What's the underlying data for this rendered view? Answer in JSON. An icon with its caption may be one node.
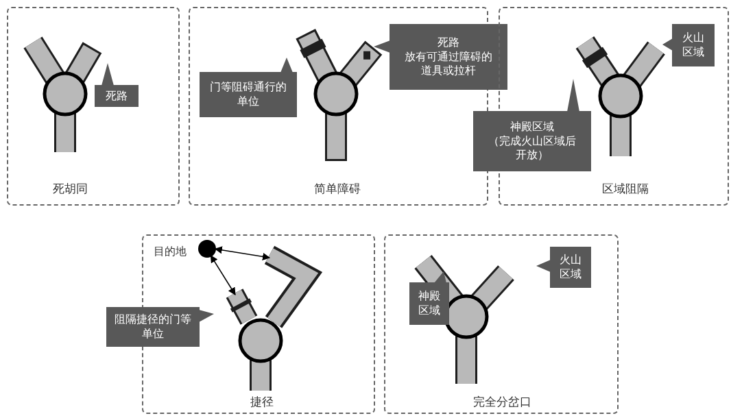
{
  "diagram": {
    "nodes": [
      {
        "text": [
          "死胡同"
        ]
      },
      {
        "text": [
          "死路"
        ],
        "in": 0
      },
      {
        "text": [
          "简单障碍"
        ]
      },
      {
        "text": [
          "门等阻碍通行的单位"
        ],
        "in": 2
      },
      {
        "text": [
          "死路",
          "放有可通过障碍的道具或拉杆"
        ]
      },
      {
        "text": [
          "区域阻隔"
        ]
      },
      {
        "text": [
          "火山区域"
        ],
        "in": 5
      },
      {
        "text": [
          "神殿区域",
          "（完成火山区域后开放）"
        ]
      },
      {
        "text": [],
        "shape": "circle",
        "beside": [
          "目的地"
        ],
        "in": 9
      },
      {
        "text": [
          "捷径"
        ]
      },
      {
        "text": [],
        "shape": "bar",
        "in": 9
      },
      {
        "text": [],
        "shape": "bar",
        "in": 9
      },
      {
        "text": [
          "阻隔捷径的门等单位"
        ]
      },
      {
        "text": [
          "完全分岔口"
        ]
      },
      {
        "text": [
          "神殿区域"
        ],
        "in": 13
      },
      {
        "text": [
          "火山区域"
        ],
        "in": 13
      }
    ],
    "edges": [
      {
        "from": 8,
        "to": 10,
        "arrow": "both"
      },
      {
        "from": 8,
        "to": 11,
        "arrow": "both"
      }
    ]
  }
}
